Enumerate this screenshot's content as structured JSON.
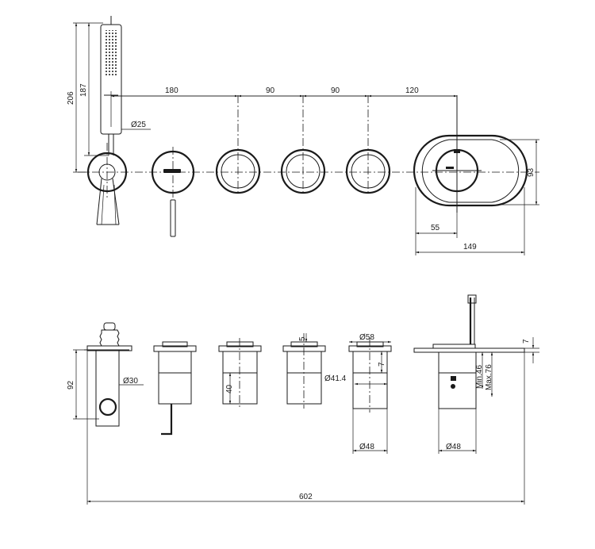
{
  "top_view": {
    "dims": {
      "d180": "180",
      "d90a": "90",
      "d90b": "90",
      "d120": "120",
      "d206": "206",
      "d187": "187",
      "d25": "Ø25",
      "d93": "93",
      "d55": "55",
      "d149": "149"
    }
  },
  "side_view": {
    "dims": {
      "d92": "92",
      "d30": "Ø30",
      "d40": "40",
      "d5": "5",
      "d58": "Ø58",
      "d41": "Ø41.4",
      "d7a": "7",
      "d48a": "Ø48",
      "d48b": "Ø48",
      "d7b": "7",
      "dmin": "Min.46",
      "dmax": "Max.76",
      "d602": "602"
    }
  }
}
